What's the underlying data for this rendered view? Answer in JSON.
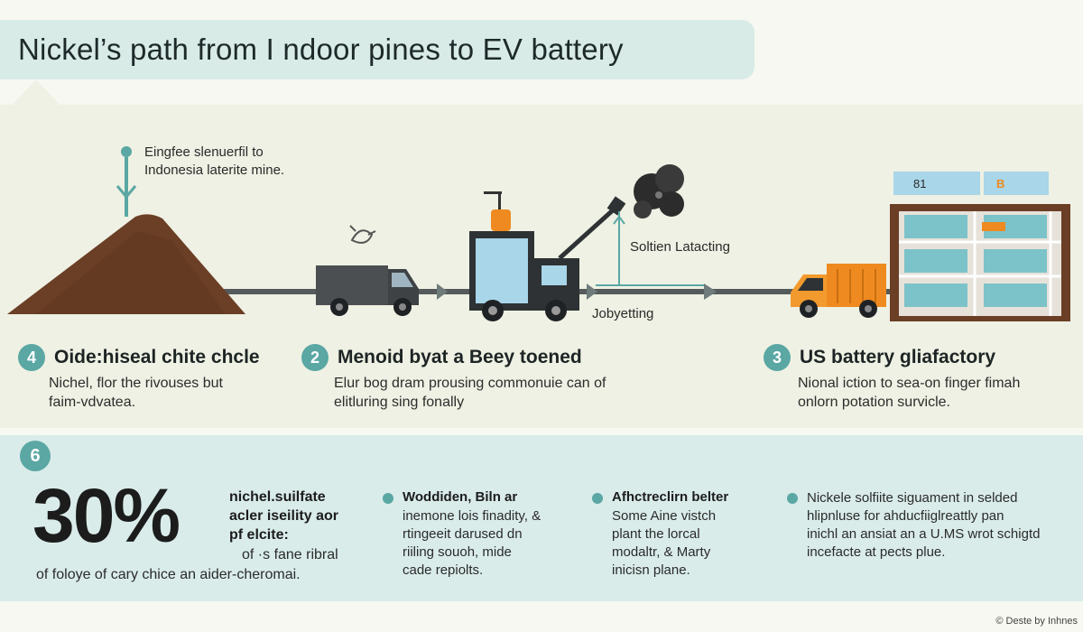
{
  "title": "Nickel’s path from I ndoor pines to EV battery",
  "flow": {
    "mine_note": [
      "Eingfee slenuerfil to",
      "Indonesia laterite mine."
    ],
    "process_note_upper": "Soltien Latacting",
    "process_note_lower": "Jobyetting",
    "factory_signs": [
      "81",
      "B"
    ]
  },
  "stages": [
    {
      "badge": "4",
      "title": "Oide:hiseal chite chcle",
      "desc": [
        "Nichel, flor the rivouses but",
        "faim-vdvatea."
      ]
    },
    {
      "badge": "2",
      "title": "Menoid byat a Beey toened",
      "desc": [
        "Elur bog dram prousing commonuie can of",
        "elitluring sing fonally"
      ]
    },
    {
      "badge": "3",
      "title": "US battery gliafactory",
      "desc": [
        "Nional iction to sea-on finger fimah",
        "onlorn potation survicle."
      ]
    }
  ],
  "stats": {
    "badge": "6",
    "value": "30%",
    "label": [
      "nichel.suilfate",
      "acler iseility aor",
      "pf elcite:"
    ],
    "sub": "of ·s fane ribral",
    "foot": "of foloye of cary chice an aider-cheromai.",
    "facts": [
      {
        "title": "Woddiden, Biln ar",
        "lines": [
          "inemone lois finadity, &",
          "rtingeeit darused dn",
          "riiling souoh, mide",
          "cade repiolts."
        ]
      },
      {
        "title": "Afhctreclirn belter",
        "lines": [
          "Some Aine vistch",
          "plant the lorcal",
          "modaltr, & Marty",
          "inicisn plane."
        ]
      },
      {
        "title": "",
        "lines": [
          "Nickele solfiite siguament in selded",
          "hlipnluse for ahducfiiglreattly pan",
          "inichl an ansiat an a U.MS wrot schigtd",
          "incefacte at pects plue."
        ]
      }
    ]
  },
  "credit": "© Deste by Inhnes",
  "colors": {
    "accent": "#5aa7a4",
    "soil": "#6b3e26",
    "truck_orange": "#ee8a1f",
    "panel_light": "#eef1e3",
    "panel_teal": "#d9ecea"
  }
}
